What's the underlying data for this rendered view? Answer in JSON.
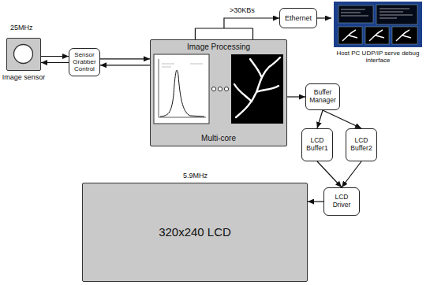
{
  "diagram": {
    "nodes": [
      {
        "text": [
          "Image sensor"
        ]
      },
      {
        "text": [
          "Sensor Grabber Control"
        ]
      },
      {
        "text": [
          "Image Processing",
          "Multi-core"
        ]
      },
      {
        "text": [
          "Ethernet"
        ]
      },
      {
        "text": [
          "Host PC UDP/IP serve debug interface"
        ]
      },
      {
        "text": [
          "Buffer Manager"
        ]
      },
      {
        "text": [
          "LCD Buffer1"
        ]
      },
      {
        "text": [
          "LCD Buffer2"
        ]
      },
      {
        "text": [
          "LCD Driver"
        ]
      },
      {
        "text": [
          "320x240 LCD"
        ]
      }
    ],
    "edges": [
      {
        "from": 0,
        "to": 1,
        "arrow": "both"
      },
      {
        "from": 1,
        "to": 2,
        "arrow": "both"
      },
      {
        "from": 2,
        "to": 3,
        "label": ">30KBs",
        "arrow": "to"
      },
      {
        "from": 3,
        "to": 4,
        "arrow": "to"
      },
      {
        "from": 2,
        "to": 5,
        "arrow": "to"
      },
      {
        "from": 5,
        "to": 6,
        "arrow": "to"
      },
      {
        "from": 5,
        "to": 7,
        "arrow": "to"
      },
      {
        "from": 6,
        "to": 8,
        "arrow": "to"
      },
      {
        "from": 7,
        "to": 8,
        "arrow": "to"
      },
      {
        "from": 8,
        "to": 9,
        "arrow": "to"
      }
    ],
    "labels": [
      "25MHz",
      "5.9MHz"
    ]
  }
}
